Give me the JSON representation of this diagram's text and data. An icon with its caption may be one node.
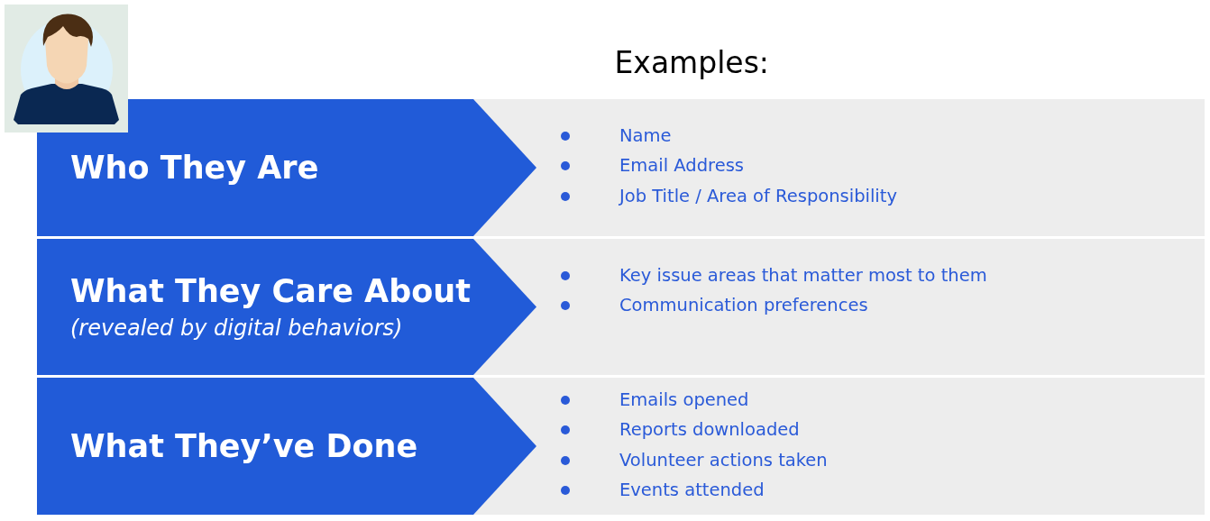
{
  "diagram": {
    "nodes": [
      {
        "text": [
          "Who They Are"
        ]
      },
      {
        "text": [
          "Name",
          "Email Address",
          "Job Title / Area of Responsibility"
        ]
      },
      {
        "text": [
          "What They Care About",
          "(revealed by digital behaviors)"
        ]
      },
      {
        "text": [
          "Key issue areas that matter most to them",
          "Communication preferences"
        ]
      },
      {
        "text": [
          "What They’ve Done"
        ]
      },
      {
        "text": [
          "Emails opened",
          "Reports downloaded",
          "Volunteer actions taken",
          "Events attended"
        ]
      }
    ],
    "labels": [
      "Examples:"
    ]
  }
}
